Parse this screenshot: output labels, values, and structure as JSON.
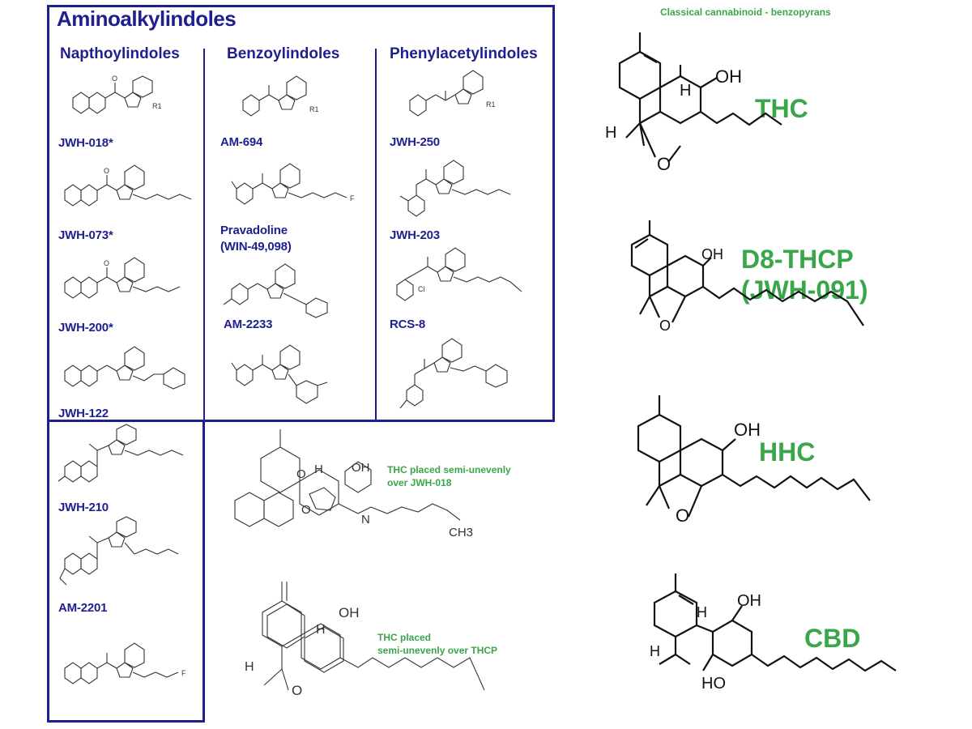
{
  "header": {
    "title": "Aminoalkylindoles",
    "classical_title": "Classical cannabinoid - benzopyrans"
  },
  "columns": [
    {
      "heading": "Napthoylindoles",
      "compounds": [
        "JWH-018*",
        "JWH-073*",
        "JWH-200*",
        "JWH-122",
        "JWH-210",
        "AM-2201"
      ]
    },
    {
      "heading": "Benzoylindoles",
      "compounds": [
        "AM-694",
        "Pravadoline",
        "(WIN-49,098)",
        "AM-2233"
      ]
    },
    {
      "heading": "Phenylacetylindoles",
      "compounds": [
        "JWH-250",
        "JWH-203",
        "RCS-8"
      ]
    }
  ],
  "classical": [
    {
      "name": "THC"
    },
    {
      "name": "D8-THCP",
      "alt": "(JWH-091)"
    },
    {
      "name": "HHC"
    },
    {
      "name": "CBD"
    }
  ],
  "overlays": [
    {
      "line1": "THC placed semi-unevenly",
      "line2": "over JWH-018"
    },
    {
      "line1": "THC placed",
      "line2": "semi-unevenly over THCP"
    }
  ],
  "atom_labels": {
    "oxygen": "O",
    "hydroxyl": "OH",
    "hydroxyl_rev": "HO",
    "hydrogen": "H",
    "nitrogen": "N",
    "r1": "R1",
    "methyl": "CH3",
    "fluorine": "F",
    "chlorine": "Cl"
  },
  "colors": {
    "navy": "#1f1f8f",
    "green": "#3aa64a"
  }
}
